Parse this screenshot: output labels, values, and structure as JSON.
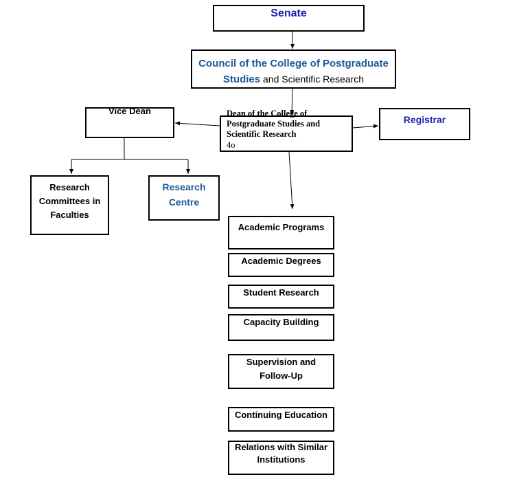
{
  "senate": "Senate",
  "council": {
    "line1": "Council of the College of Postgraduate",
    "line2_strong": "Studies",
    "line2_rest": "and Scientific Research"
  },
  "dean": {
    "lines": [
      "Dean of the College of",
      "Postgraduate Studies and",
      "Scientific Research"
    ],
    "number": "4o"
  },
  "vice_dean": "Vice Dean",
  "registrar": "Registrar",
  "research_committees": [
    "Research",
    "Committees in",
    "Faculties"
  ],
  "research_centre": [
    "Research",
    "Centre"
  ],
  "units": [
    [
      "Academic Programs"
    ],
    [
      "Academic Degrees"
    ],
    [
      "Student Research"
    ],
    [
      "Capacity Building"
    ],
    [
      "Supervision and",
      "Follow-Up"
    ],
    [
      "Continuing Education"
    ],
    [
      "Relations with Similar",
      "Institutions"
    ]
  ],
  "colors": {
    "title_blue": "#1f1fb0",
    "council_blue": "#1c5a96",
    "line": "#000000"
  }
}
